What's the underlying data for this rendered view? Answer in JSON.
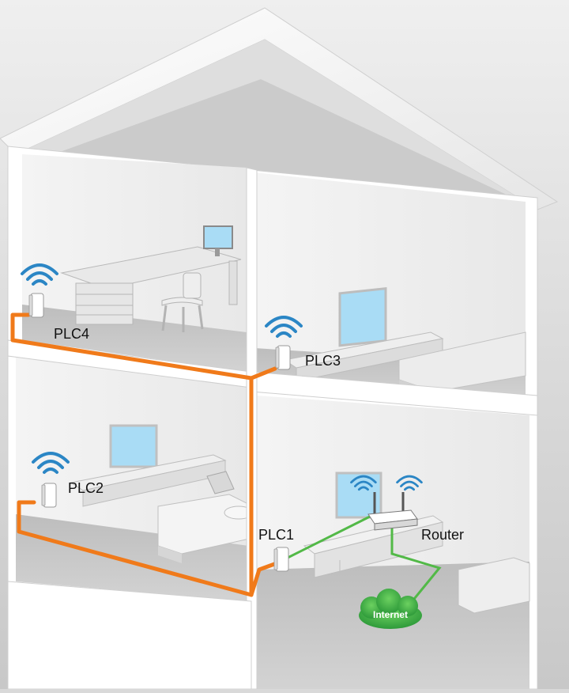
{
  "labels": {
    "plc1": "PLC1",
    "plc2": "PLC2",
    "plc3": "PLC3",
    "plc4": "PLC4",
    "router": "Router",
    "internet": "Internet"
  },
  "icons": {
    "wifi": "wifi-icon",
    "plc_adapter": "plc-adapter-icon",
    "router": "router-icon",
    "cloud": "cloud-icon"
  },
  "colors": {
    "background": "#d9d9d9",
    "wall": "#f2f2f2",
    "floor": "#c9c9c9",
    "powerline_wire": "#f07a1a",
    "network_cable": "#52b947",
    "wifi_signal": "#2b86c5",
    "tv_screen": "#a9dcf5",
    "internet_cloud": "#3aa845"
  }
}
